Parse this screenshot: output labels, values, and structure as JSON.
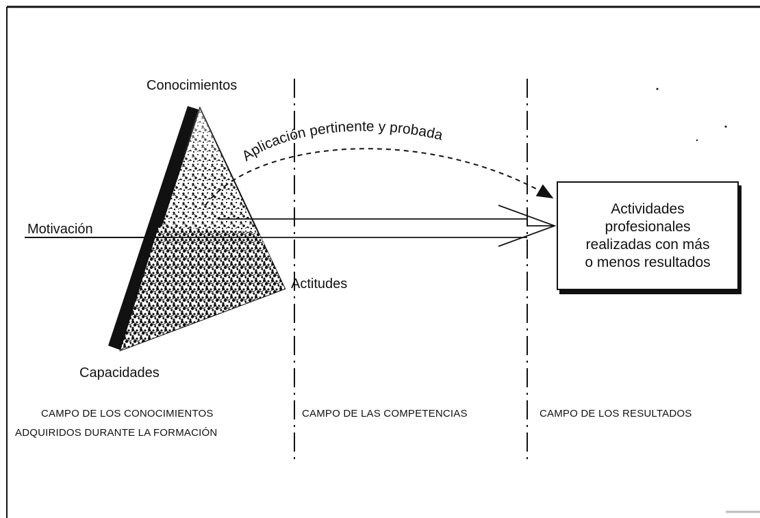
{
  "diagram": {
    "vertices": {
      "top": "Conocimientos",
      "bottom_left": "Capacidades",
      "right": "Actitudes"
    },
    "input_label": "Motivación",
    "arc_label": "Aplicación pertinente y probada",
    "result_box": "Actividades\nprofesionales\nrealizadas con más\no menos resultados",
    "fields": {
      "knowledge_line1": "CAMPO DE LOS CONOCIMIENTOS",
      "knowledge_line2": "ADQUIRIDOS DURANTE LA FORMACIÓN",
      "competencies": "CAMPO DE LAS COMPETENCIAS",
      "results": "CAMPO DE LOS RESULTADOS"
    }
  }
}
